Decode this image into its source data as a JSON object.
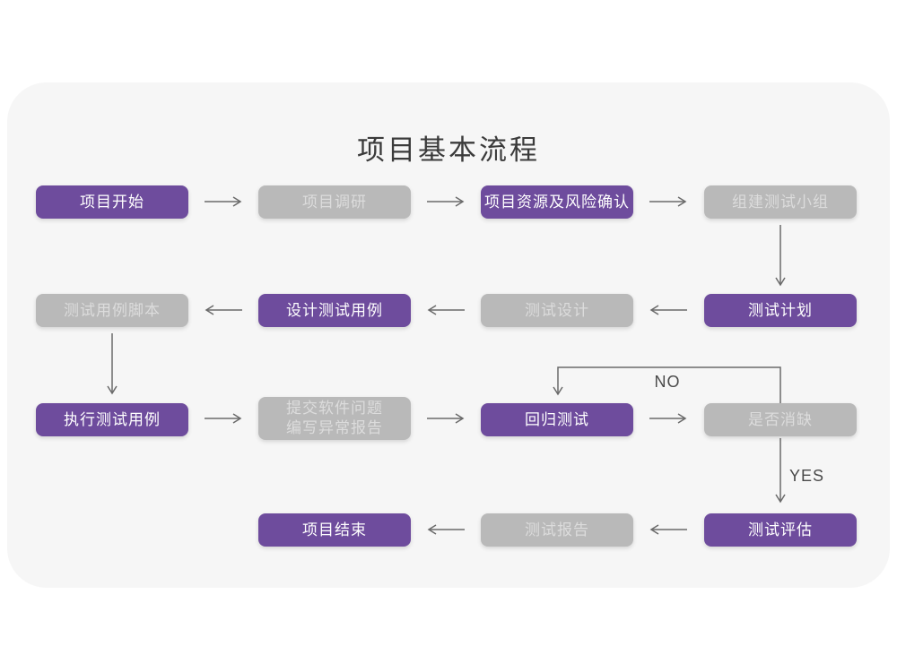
{
  "page": {
    "title": "项目基本流程"
  },
  "colors": {
    "page_bg": "#ffffff",
    "card_bg": "#f6f6f6",
    "node_purple": "#6e4c9d",
    "node_gray": "#b9b9b9",
    "node_purple_text": "#ffffff",
    "node_gray_text": "#dcdcdc",
    "arrow": "#6a6a6a",
    "title_text": "#3b3b3b"
  },
  "flow": {
    "nodes": [
      {
        "id": "project-start",
        "label": "项目开始",
        "variant": "purple",
        "row": 1,
        "col": 1
      },
      {
        "id": "project-research",
        "label": "项目调研",
        "variant": "gray",
        "row": 1,
        "col": 2
      },
      {
        "id": "resource-risk-confirm",
        "label": "项目资源及风险确认",
        "variant": "purple",
        "row": 1,
        "col": 3
      },
      {
        "id": "build-test-team",
        "label": "组建测试小组",
        "variant": "gray",
        "row": 1,
        "col": 4
      },
      {
        "id": "test-case-script",
        "label": "测试用例脚本",
        "variant": "gray",
        "row": 2,
        "col": 1
      },
      {
        "id": "design-test-case",
        "label": "设计测试用例",
        "variant": "purple",
        "row": 2,
        "col": 2
      },
      {
        "id": "test-design",
        "label": "测试设计",
        "variant": "gray",
        "row": 2,
        "col": 3
      },
      {
        "id": "test-plan",
        "label": "测试计划",
        "variant": "purple",
        "row": 2,
        "col": 4
      },
      {
        "id": "execute-test-case",
        "label": "执行测试用例",
        "variant": "purple",
        "row": 3,
        "col": 1
      },
      {
        "id": "submit-issue-report",
        "label": "提交软件问题",
        "label2": "编写异常报告",
        "variant": "gray",
        "row": 3,
        "col": 2
      },
      {
        "id": "regression-test",
        "label": "回归测试",
        "variant": "purple",
        "row": 3,
        "col": 3
      },
      {
        "id": "defect-cleared",
        "label": "是否消缺",
        "variant": "gray",
        "row": 3,
        "col": 4
      },
      {
        "id": "project-end",
        "label": "项目结束",
        "variant": "purple",
        "row": 4,
        "col": 2
      },
      {
        "id": "test-report",
        "label": "测试报告",
        "variant": "gray",
        "row": 4,
        "col": 3
      },
      {
        "id": "test-evaluation",
        "label": "测试评估",
        "variant": "purple",
        "row": 4,
        "col": 4
      }
    ],
    "edge_labels": {
      "no": "NO",
      "yes": "YES"
    }
  }
}
